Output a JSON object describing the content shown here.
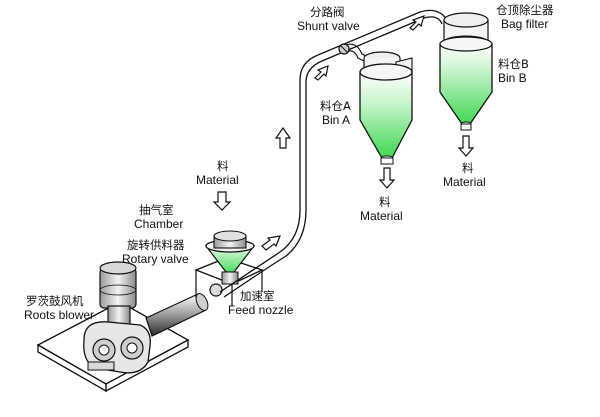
{
  "labels": {
    "shunt_valve": {
      "zh": "分路阀",
      "en": "Shunt valve"
    },
    "bag_filter": {
      "zh": "仓顶除尘器",
      "en": "Bag filter"
    },
    "bin_a": {
      "zh": "料仓A",
      "en": "Bin A"
    },
    "bin_b": {
      "zh": "料仓B",
      "en": "Bin B"
    },
    "material_bin_a": {
      "zh": "料",
      "en": "Material"
    },
    "material_bin_b": {
      "zh": "料",
      "en": "Material"
    },
    "material_in": {
      "zh": "料",
      "en": "Material"
    },
    "chamber": {
      "zh": "抽气室",
      "en": "Chamber"
    },
    "rotary_valve": {
      "zh": "旋转供料器",
      "en": "Rotary valve"
    },
    "roots_blower": {
      "zh": "罗茨鼓风机",
      "en": "Roots blower"
    },
    "feed_nozzle": {
      "zh": "加速室",
      "en": "Feed nozzle"
    }
  },
  "colors": {
    "material_green": "#5ee06a",
    "line": "#111111",
    "background": "#ffffff"
  }
}
